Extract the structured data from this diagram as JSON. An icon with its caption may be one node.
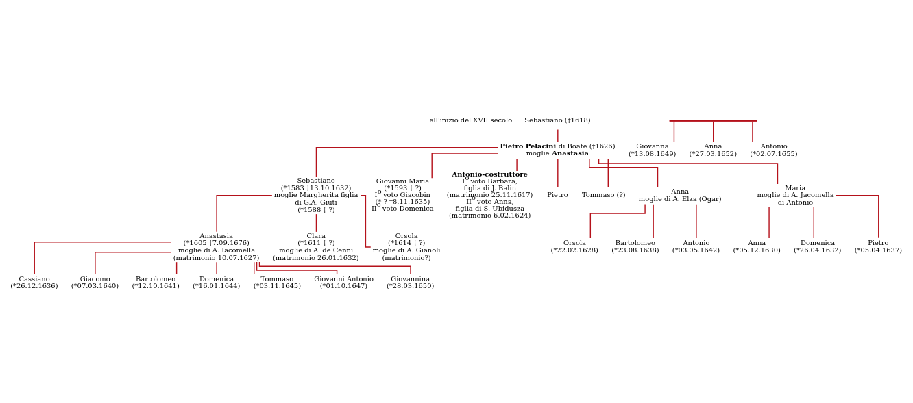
{
  "diagram": {
    "nodes": [
      {
        "text": [
          "Sebastiano (†1618)"
        ]
      },
      {
        "text": [
          "**Pietro Pelacini** di Boate (†1626)",
          "moglie **Anastasia**"
        ]
      },
      {
        "text": [
          "Sebastiano",
          "(*1583 †13.10.1632)",
          "moglie Margherita figlia di G.A. Giuti",
          "(*1588 † ?)"
        ]
      },
      {
        "text": [
          "Giovanni Maria",
          "(*1593 † ?)",
          "I$^{o}$ voto Giacobin",
          "(* ? †8.11.1635)",
          "II$^{o}$ voto Domenica"
        ]
      },
      {
        "text": [
          "Antonio-costruttore",
          "I$^{o}$ voto Barbara, figlia di J. Balin",
          "(matrimonio 25.11.1617)",
          "II$^{o}$ voto Anna, figlia di S. Ubidusza (matrimonio 6.02.1624)"
        ]
      },
      {
        "text": [
          "Pietro"
        ]
      },
      {
        "text": [
          "Tommaso (?)"
        ]
      },
      {
        "text": [
          "Anna",
          "moglie di A. Elza (Ogar)"
        ]
      },
      {
        "text": [
          "Maria",
          "moglie di A. Jacomella di Antonio"
        ]
      },
      {
        "text": [
          "Anastasia",
          "(*1605 †7.09.1676)",
          "moglie di A. Iacomella",
          "(matrimonio 10.07.1627)"
        ]
      },
      {
        "text": [
          "Clara",
          "(*1611 † ?)",
          "moglie di A. de Cenni",
          "(matrimonio 26.01.1632)"
        ]
      },
      {
        "text": [
          "Orsola",
          "(*1614 † ?)",
          "moglie di A. Gianoli",
          "(matrimonio?)"
        ]
      },
      {
        "text": [
          "Orsola",
          "(*22.02.1628)"
        ]
      },
      {
        "text": [
          "Bartolomeo",
          "(*23.08.1638)"
        ]
      },
      {
        "text": [
          "Antonio",
          "(*03.05.1642)"
        ]
      },
      {
        "text": [
          "Anna",
          "(*05.12.1630)"
        ]
      },
      {
        "text": [
          "Domenica",
          "(*26.04.1632)"
        ]
      },
      {
        "text": [
          "Pietro",
          "(*05.04.1637)"
        ]
      },
      {
        "text": [
          "Giovanna",
          "(*13.08.1649)"
        ]
      },
      {
        "text": [
          "Anna",
          "(*27.03.1652)"
        ]
      },
      {
        "text": [
          "Antonio",
          "(*02.07.1655)"
        ]
      },
      {
        "text": [
          "Cassiano",
          "(*26.12.1636)"
        ]
      },
      {
        "text": [
          "Giacomo",
          "(*07.03.1640)"
        ]
      },
      {
        "text": [
          "Bartolomeo",
          "(*12.10.1641)"
        ]
      },
      {
        "text": [
          "Domenica",
          "(*16.01.1644)"
        ]
      },
      {
        "text": [
          "Tommaso",
          "(*03.11.1645)"
        ]
      },
      {
        "text": [
          "Giovanni Antonio",
          "(*01.10.1647)"
        ]
      },
      {
        "text": [
          "Giovannina",
          "(*28.03.1650)"
        ]
      },
      {
        "text": [],
        "shape": "bar"
      }
    ],
    "edges": [
      {
        "from": 0,
        "to": 1,
        "arrow": "none"
      },
      {
        "from": 1,
        "to": 2,
        "arrow": "none"
      },
      {
        "from": 1,
        "to": 3,
        "arrow": "none"
      },
      {
        "from": 1,
        "to": 4,
        "arrow": "none"
      },
      {
        "from": 1,
        "to": 5,
        "arrow": "none"
      },
      {
        "from": 1,
        "to": 6,
        "arrow": "none"
      },
      {
        "from": 1,
        "to": 7,
        "arrow": "none"
      },
      {
        "from": 1,
        "to": 8,
        "arrow": "none"
      },
      {
        "from": 2,
        "to": 9,
        "arrow": "none"
      },
      {
        "from": 2,
        "to": 10,
        "arrow": "none"
      },
      {
        "from": 2,
        "to": 11,
        "arrow": "none"
      },
      {
        "from": 7,
        "to": 12,
        "arrow": "none"
      },
      {
        "from": 7,
        "to": 13,
        "arrow": "none"
      },
      {
        "from": 7,
        "to": 14,
        "arrow": "none"
      },
      {
        "from": 8,
        "to": 15,
        "arrow": "none"
      },
      {
        "from": 8,
        "to": 16,
        "arrow": "none"
      },
      {
        "from": 8,
        "to": 17,
        "arrow": "none"
      },
      {
        "from": 28,
        "to": 18,
        "arrow": "none"
      },
      {
        "from": 28,
        "to": 19,
        "arrow": "none"
      },
      {
        "from": 28,
        "to": 20,
        "arrow": "none"
      },
      {
        "from": 9,
        "to": 21,
        "arrow": "none"
      },
      {
        "from": 9,
        "to": 22,
        "arrow": "none"
      },
      {
        "from": 9,
        "to": 23,
        "arrow": "none"
      },
      {
        "from": 9,
        "to": 24,
        "arrow": "none"
      },
      {
        "from": 9,
        "to": 25,
        "arrow": "none"
      },
      {
        "from": 9,
        "to": 26,
        "arrow": "none"
      },
      {
        "from": 9,
        "to": 27,
        "arrow": "none"
      }
    ],
    "labels": [
      "all'inizio del XVII secolo"
    ]
  }
}
